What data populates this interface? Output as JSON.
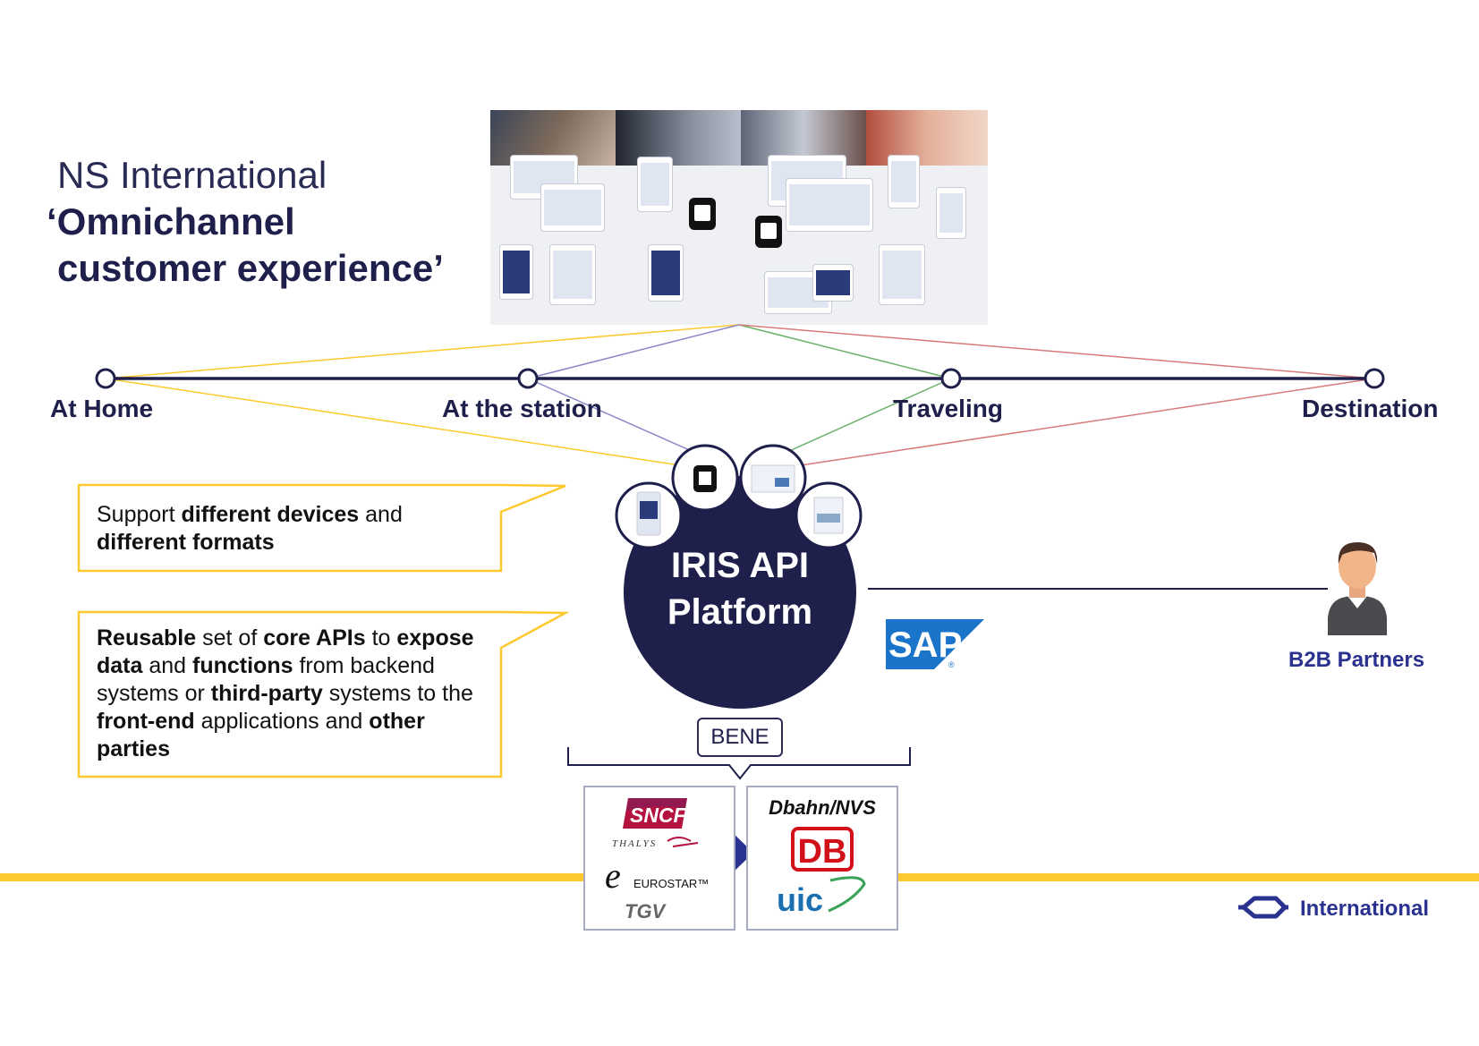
{
  "title": {
    "line1": "NS International",
    "line2": "‘Omnichannel",
    "line3": "customer experience’"
  },
  "timeline": {
    "stages": [
      "At Home",
      "At the station",
      "Traveling",
      "Destination"
    ]
  },
  "callouts": [
    {
      "segments": [
        {
          "text": "Support ",
          "bold": false
        },
        {
          "text": "different devices",
          "bold": true
        },
        {
          "text": " and ",
          "bold": false
        },
        {
          "text": "different formats",
          "bold": true
        }
      ]
    },
    {
      "segments": [
        {
          "text": "Reusable",
          "bold": true
        },
        {
          "text": " set of ",
          "bold": false
        },
        {
          "text": "core APIs",
          "bold": true
        },
        {
          "text": " to ",
          "bold": false
        },
        {
          "text": "expose data",
          "bold": true
        },
        {
          "text": " and ",
          "bold": false
        },
        {
          "text": "functions",
          "bold": true
        },
        {
          "text": " from backend systems or ",
          "bold": false
        },
        {
          "text": "third-party",
          "bold": true
        },
        {
          "text": " systems to the ",
          "bold": false
        },
        {
          "text": "front-end",
          "bold": true
        },
        {
          "text": " applications and ",
          "bold": false
        },
        {
          "text": "other parties",
          "bold": true
        }
      ]
    }
  ],
  "platform": {
    "line1": "IRIS API",
    "line2": "Platform"
  },
  "bene_label": "BENE",
  "partners_left": {
    "sncf": "SNCF",
    "thalys": "THALYS",
    "eurostar_letter": "e",
    "eurostar": "EUROSTAR™",
    "tgv": "TGV"
  },
  "partners_right": {
    "title": "Dbahn/NVS",
    "db": "DB",
    "uic": "uic"
  },
  "sap_label": "SAP",
  "sap_mark": "®",
  "b2b_label": "B2B Partners",
  "footer_label": "International",
  "colors": {
    "navy": "#1e1f4b",
    "yellow": "#fdc92f",
    "purple": "#8a88c8",
    "green": "#6ab06a",
    "red": "#d77a7a",
    "ns_blue": "#2a3290",
    "sap_blue": "#1a74c9"
  }
}
